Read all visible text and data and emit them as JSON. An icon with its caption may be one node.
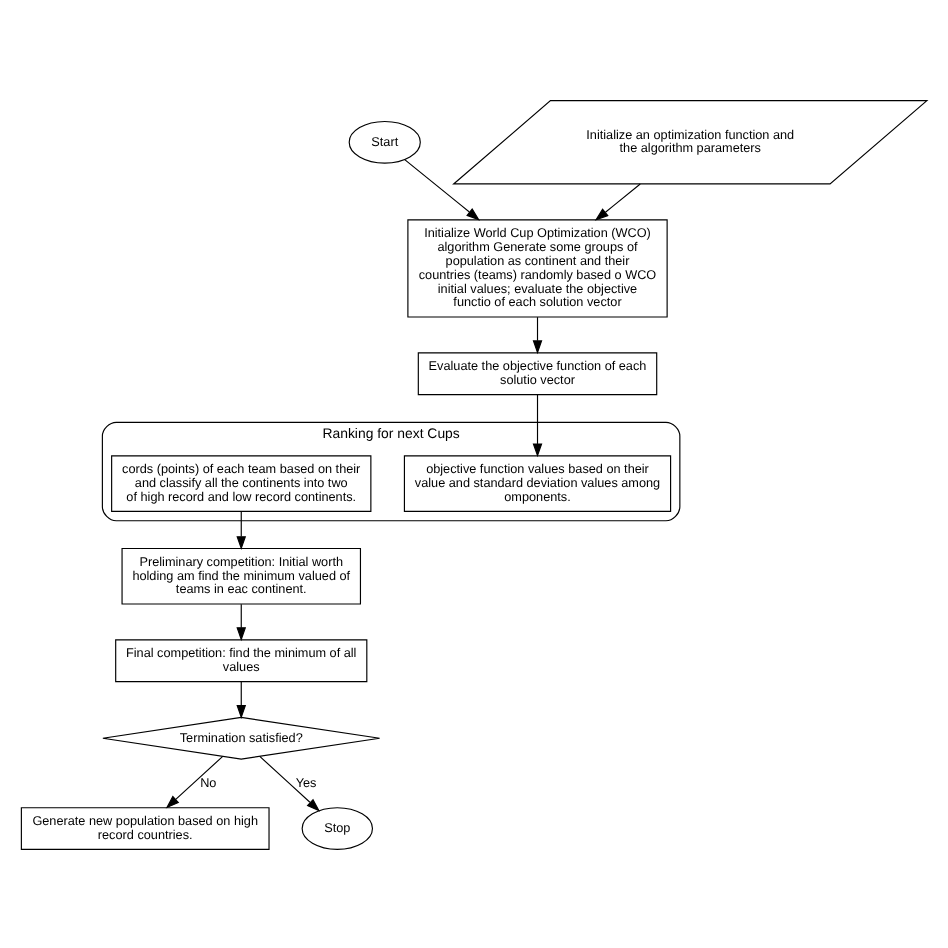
{
  "diagram": {
    "nodes": [
      {
        "text": [
          "Start"
        ]
      },
      {
        "text": [
          "Initialize an optimization function and the algorithm parameters"
        ]
      },
      {
        "text": [
          "Initialize World Cup Optimization (WCO) algorithm Generate some groups of population as continent and their countries (teams) randomly based o WCO initial values; evaluate the objective functio of each solution vector"
        ]
      },
      {
        "text": [
          "Ranking for next Cups"
        ]
      },
      {
        "text": [
          "objective function values based on their value and standard deviation values among omponents."
        ],
        "in": 3
      },
      {
        "text": [
          "cords (points) of each team based on their and classify all the continents into two of high record and low record continents."
        ],
        "in": 3
      },
      {
        "text": [
          "Evaluate the objective function of each solutio vector"
        ]
      },
      {
        "text": [
          "Preliminary competition: Initial worth holding am find the minimum valued of teams in eac continent."
        ]
      },
      {
        "text": [
          "Final competition: find the minimum of all values"
        ]
      },
      {
        "text": [
          "Termination satisfied?"
        ]
      },
      {
        "text": [
          "Generate new population based on high record countries."
        ]
      },
      {
        "text": [
          "Stop"
        ]
      }
    ],
    "edges": [
      {
        "from": 0,
        "to": 2,
        "arrow": "to"
      },
      {
        "from": 1,
        "to": 2,
        "arrow": "to"
      },
      {
        "from": 2,
        "to": 6,
        "arrow": "to"
      },
      {
        "from": 6,
        "to": 4,
        "arrow": "to"
      },
      {
        "from": 5,
        "to": 7,
        "arrow": "to"
      },
      {
        "from": 7,
        "to": 8,
        "arrow": "to"
      },
      {
        "from": 8,
        "to": 9,
        "arrow": "to"
      },
      {
        "from": 9,
        "to": 10,
        "arrow": "to",
        "label": "No"
      },
      {
        "from": 9,
        "to": 11,
        "arrow": "to",
        "label": "Yes"
      }
    ]
  }
}
